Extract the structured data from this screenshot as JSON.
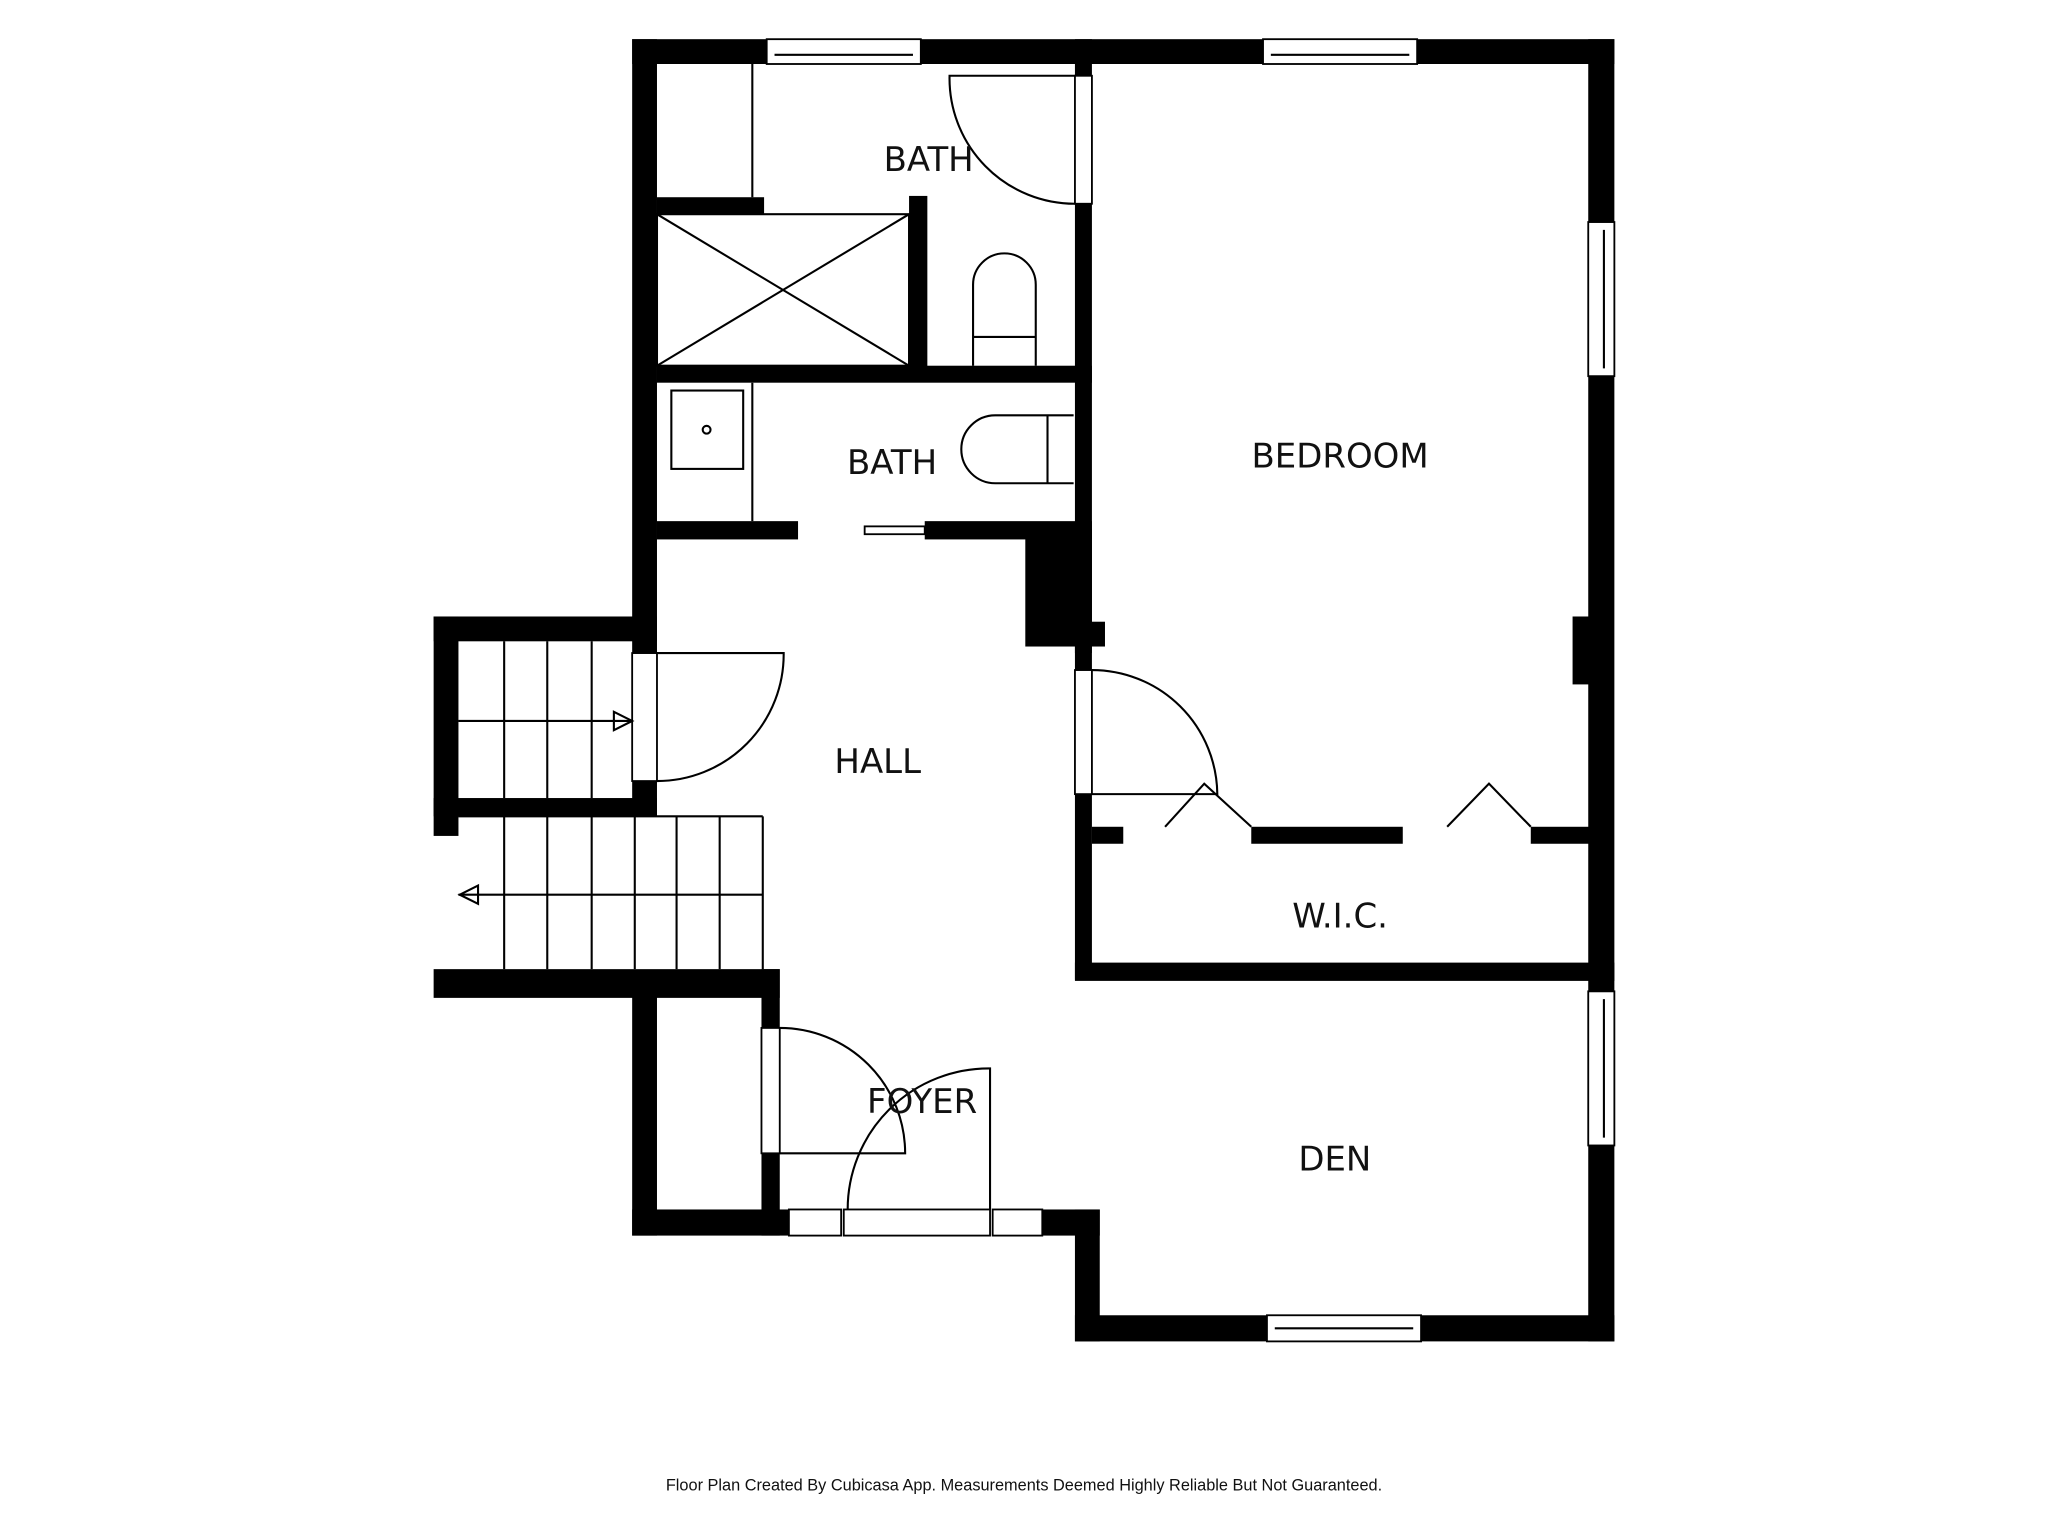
{
  "plan": {
    "rooms": {
      "bath_upper": "BATH",
      "bath_lower": "BATH",
      "bedroom": "BEDROOM",
      "hall": "HALL",
      "wic": "W.I.C.",
      "foyer": "FOYER",
      "den": "DEN"
    },
    "footer": "Floor Plan Created By Cubicasa App. Measurements Deemed Highly Reliable But Not Guaranteed.",
    "colors": {
      "wall": "#000000",
      "background": "#ffffff"
    }
  }
}
